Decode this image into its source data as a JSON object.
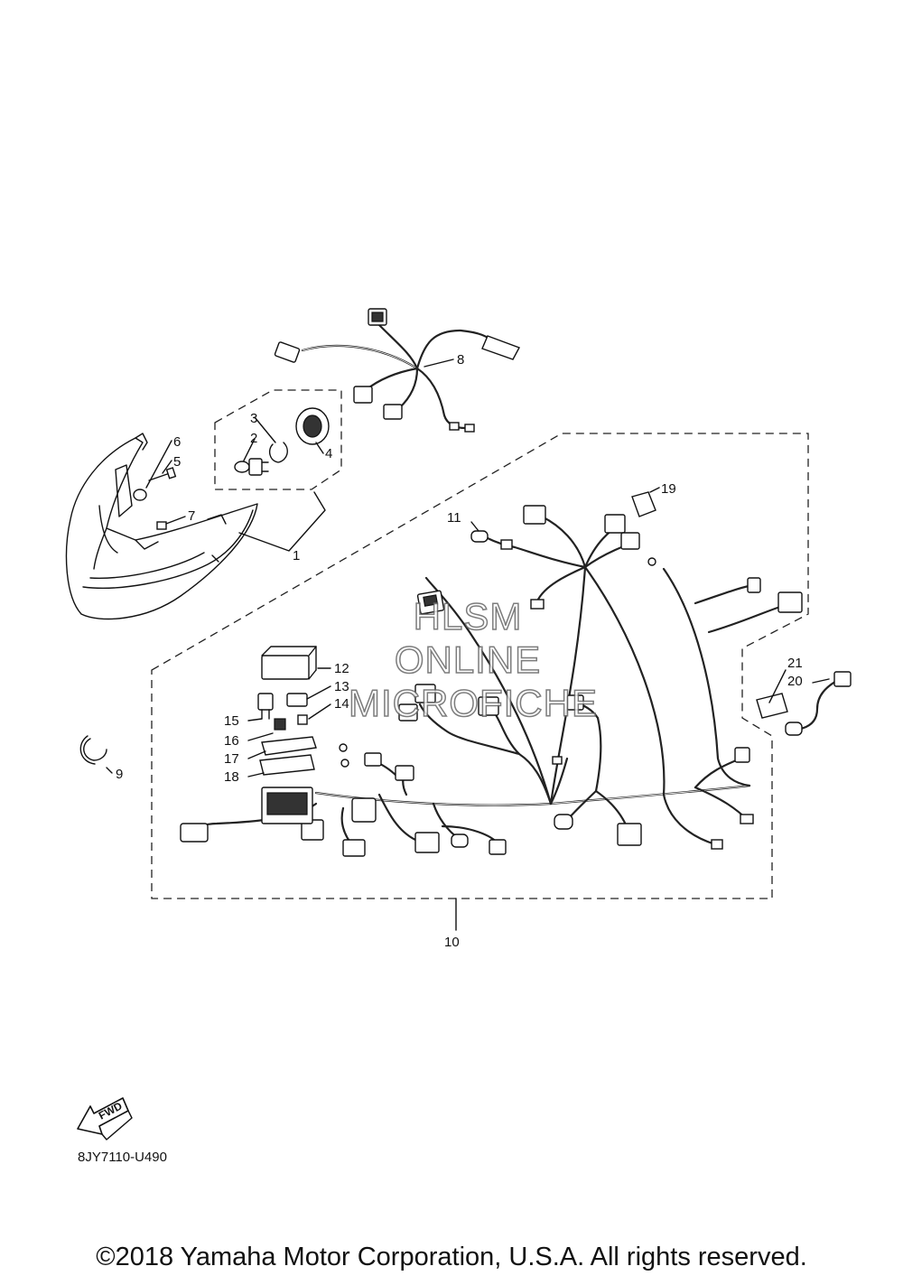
{
  "callouts": {
    "c1": "1",
    "c2": "2",
    "c3": "3",
    "c4": "4",
    "c5": "5",
    "c6": "6",
    "c7": "7",
    "c8": "8",
    "c9": "9",
    "c10": "10",
    "c11": "11",
    "c12": "12",
    "c13": "13",
    "c14": "14",
    "c15": "15",
    "c16": "16",
    "c17": "17",
    "c18": "18",
    "c19": "19",
    "c20": "20",
    "c21": "21"
  },
  "watermark": {
    "line1": "HLSM",
    "line2": "ONLINE",
    "line3": "MICROFICHE"
  },
  "fwd_label": "FWD",
  "diagram_code": "8JY7110-U490",
  "copyright": "©2018 Yamaha Motor Corporation, U.S.A. All rights reserved."
}
